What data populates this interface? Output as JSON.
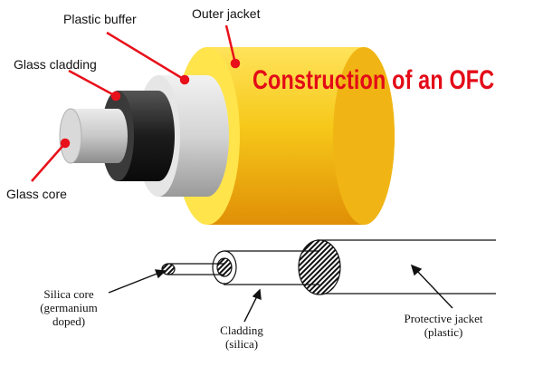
{
  "title": "Construction of an OFC",
  "cable_3d": {
    "labels": {
      "plastic_buffer": "Plastic buffer",
      "outer_jacket": "Outer jacket",
      "glass_cladding": "Glass cladding",
      "glass_core": "Glass core"
    },
    "colors": {
      "jacket": "#f6c81a",
      "buffer": "#d8d8d8",
      "cladding": "#1c1c1c",
      "core": "#c8c8c8",
      "pointer": "#e8101a"
    }
  },
  "cross_section": {
    "labels": {
      "silica_core": [
        "Silica core",
        "(germanium",
        "doped)"
      ],
      "cladding": [
        "Cladding",
        "(silica)"
      ],
      "protective_jacket": [
        "Protective jacket",
        "(plastic)"
      ]
    }
  }
}
